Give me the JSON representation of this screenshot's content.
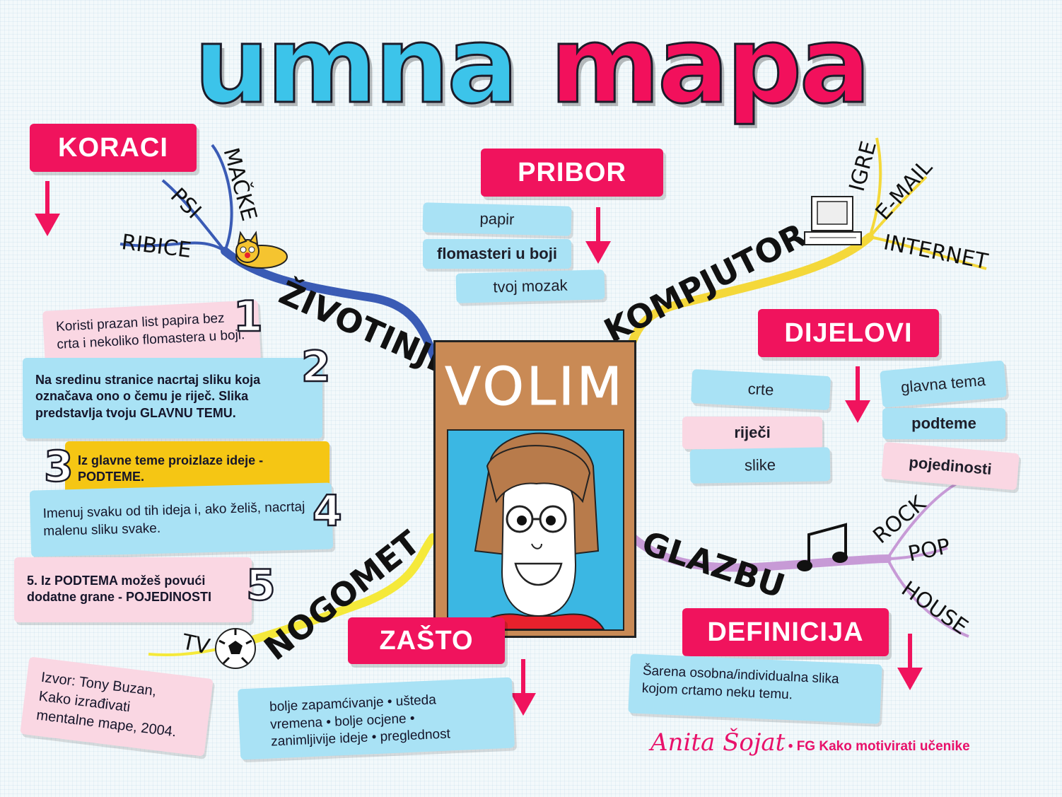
{
  "title": {
    "word1": "umna",
    "word2": "mapa"
  },
  "headers": {
    "koraci": "KORACI",
    "pribor": "PRIBOR",
    "dijelovi": "DIJELOVI",
    "zasto": "ZAŠTO",
    "definicija": "DEFINICIJA"
  },
  "pribor_items": [
    "papir",
    "flomasteri u boji",
    "tvoj mozak"
  ],
  "dijelovi_items": {
    "left": [
      "crte",
      "riječi",
      "slike"
    ],
    "right": [
      "glavna tema",
      "podteme",
      "pojedinosti"
    ]
  },
  "steps": [
    {
      "num": "1",
      "text": "Koristi prazan list papira bez crta i nekoliko flomastera u boji."
    },
    {
      "num": "2",
      "text": "Na sredinu stranice nacrtaj sliku koja označava ono o čemu je riječ. Slika predstavlja tvoju GLAVNU TEMU."
    },
    {
      "num": "3",
      "text": "Iz glavne teme proizlaze ideje - PODTEME."
    },
    {
      "num": "4",
      "text": "Imenuj svaku od tih ideja i, ako želiš, nacrtaj malenu sliku svake."
    },
    {
      "num": "5",
      "text": "5. Iz PODTEMA možeš povući dodatne grane - POJEDINOSTI"
    }
  ],
  "center": {
    "label": "VOLIM"
  },
  "branches": {
    "zivotinje": {
      "label": "ŽIVOTINJE",
      "twigs": [
        "RIBICE",
        "PSI",
        "MAČKE"
      ],
      "color": "#3a5bb5"
    },
    "kompjutor": {
      "label": "KOMPJUTOR",
      "twigs": [
        "IGRE",
        "E-MAIL",
        "INTERNET"
      ],
      "color": "#f4d83a"
    },
    "glazbu": {
      "label": "GLAZBU",
      "twigs": [
        "ROCK",
        "POP",
        "HOUSE"
      ],
      "color": "#c79ad6"
    },
    "nogomet": {
      "label": "NOGOMET",
      "twigs": [
        "TV"
      ],
      "color": "#f5e93a"
    }
  },
  "zasto_text": "bolje zapamćivanje • ušteda vremena • bolje ocjene • zanimljivije ideje • preglednost",
  "definicija_text": "Šarena osobna/individualna slika kojom crtamo neku temu.",
  "source": {
    "line1": "Izvor: Tony Buzan,",
    "line2": "Kako izrađivati",
    "line3": "mentalne mape, 2004."
  },
  "signature": {
    "name": "Anita Šojat",
    "rest": "• FG Kako motivirati učenike"
  },
  "colors": {
    "accent": "#f0135d",
    "tag_blue": "#a9e2f5",
    "tag_pink": "#fad7e3",
    "step3_yellow": "#f5c614"
  }
}
